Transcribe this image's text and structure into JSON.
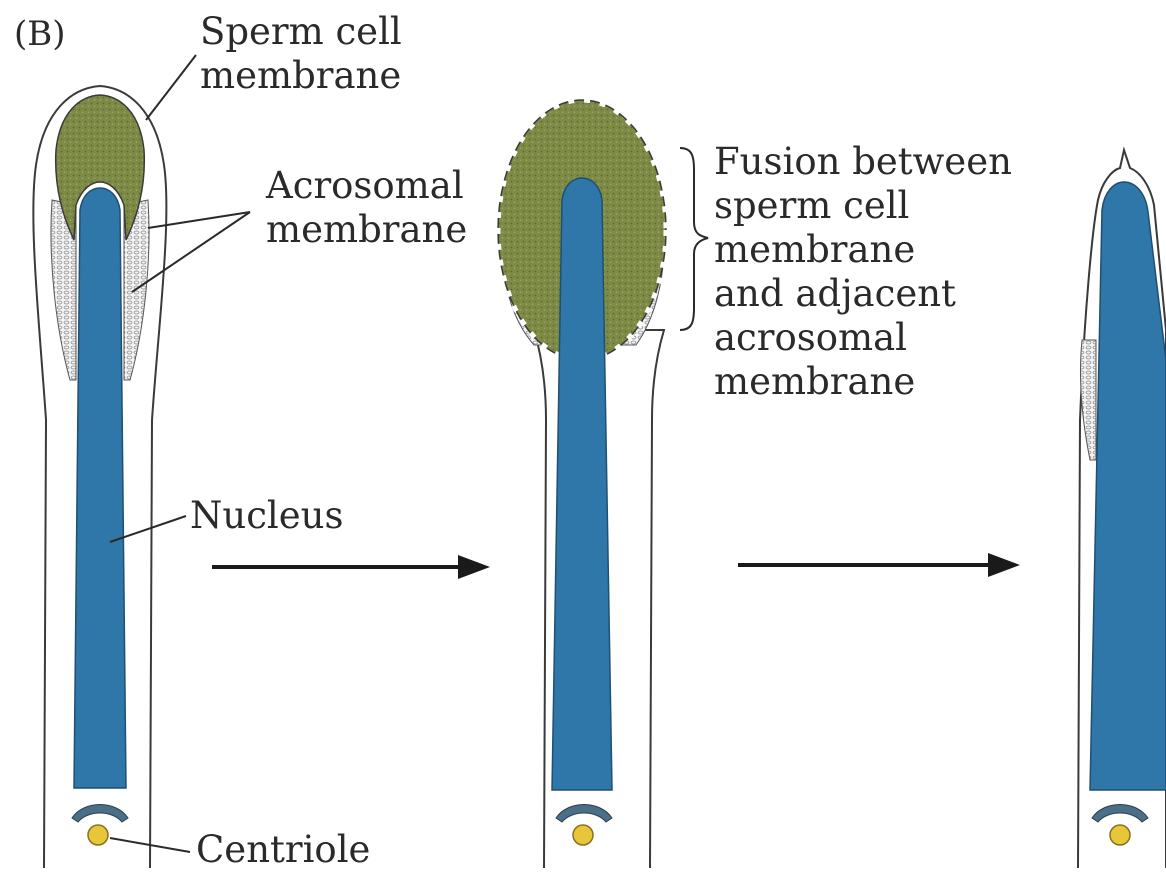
{
  "panel_label": "(B)",
  "labels": {
    "sperm_cell_membrane": [
      "Sperm cell",
      "membrane"
    ],
    "acrosomal_membrane": [
      "Acrosomal",
      "membrane"
    ],
    "nucleus": "Nucleus",
    "centriole": "Centriole",
    "fusion_note": [
      "Fusion between",
      "sperm cell",
      "membrane",
      "and adjacent",
      "acrosomal",
      "membrane"
    ]
  },
  "colors": {
    "acrosome": "#7d8a45",
    "nucleus": "#2f77a8",
    "outline": "#3a3a3a",
    "centriole": "#e8c63a",
    "centriole_cap": "#4a6f86"
  }
}
